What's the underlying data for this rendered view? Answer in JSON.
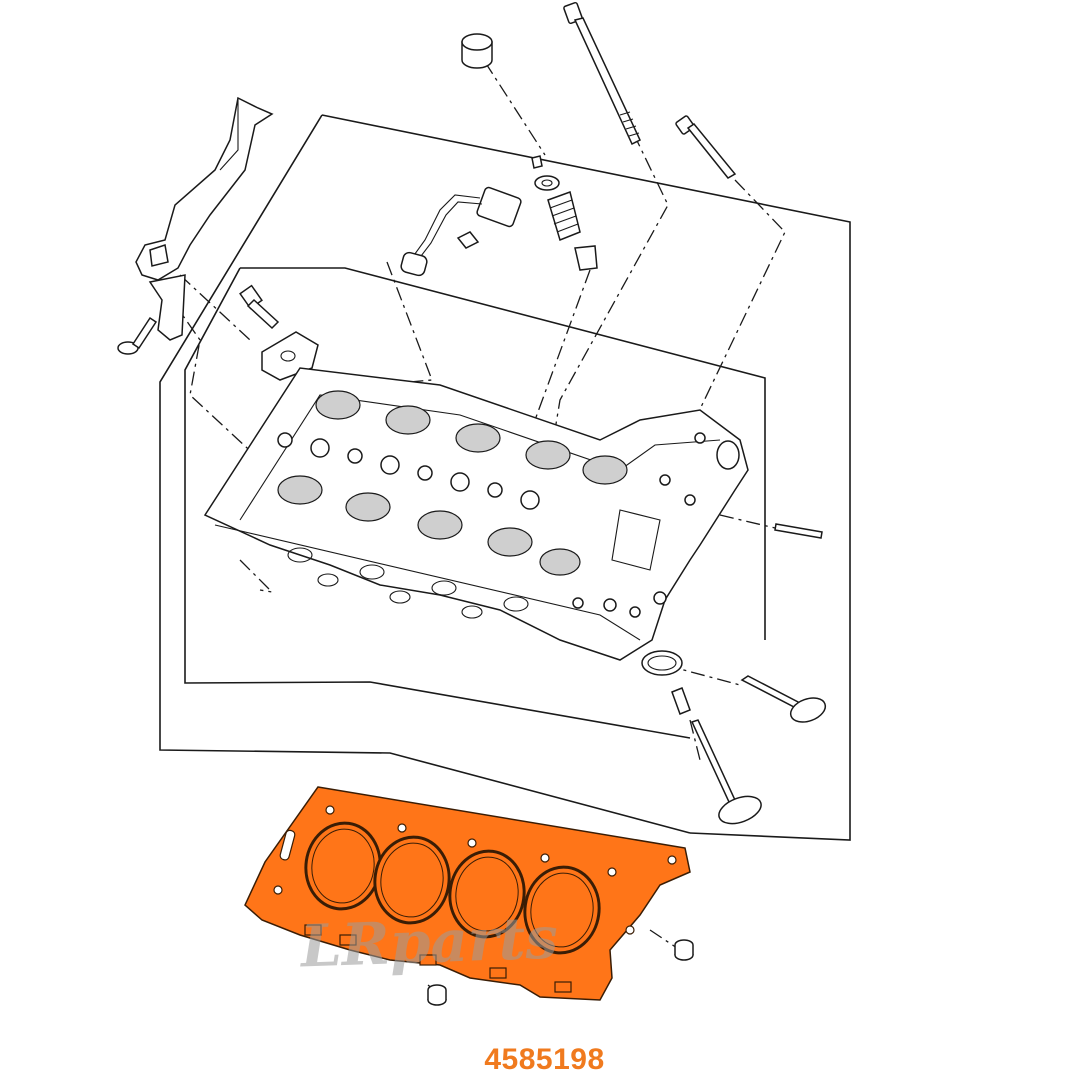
{
  "diagram": {
    "part_number": "4585198",
    "watermark": "LRparts",
    "colors": {
      "highlight": "#ff7518",
      "part_number_text": "#f07a1e",
      "line": "#1a1a1a",
      "watermark": "#9a9a9a"
    },
    "highlighted_part": "cylinder-head-gasket"
  }
}
